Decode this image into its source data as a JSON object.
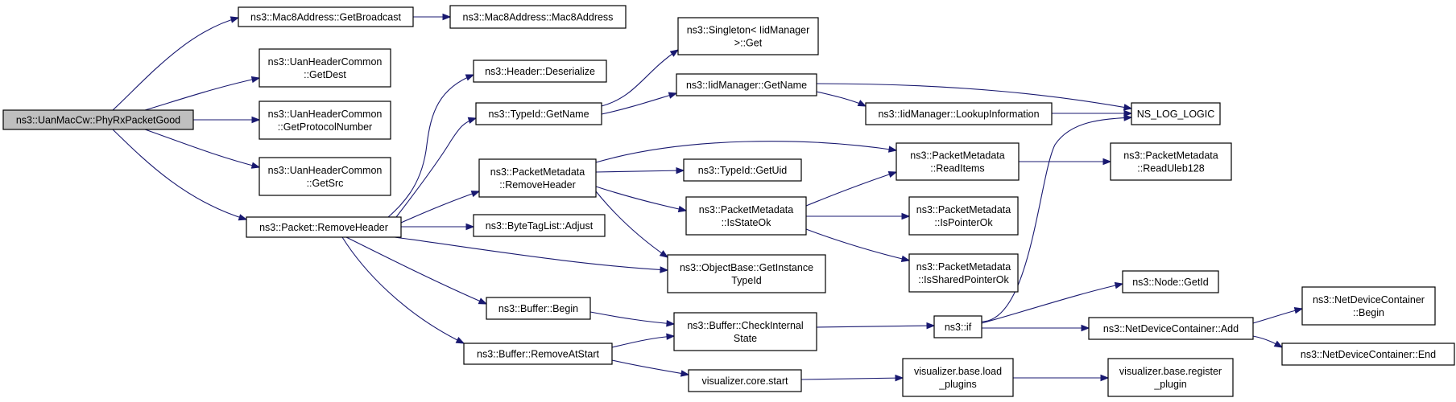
{
  "colors": {
    "edge": "#191970",
    "root_fill": "#bfbfbf",
    "node_fill": "#ffffff",
    "border": "#000000"
  },
  "nodes": {
    "phyrx": [
      "ns3::UanMacCw::PhyRxPacketGood"
    ],
    "mac8bcast": [
      "ns3::Mac8Address::GetBroadcast"
    ],
    "mac8ctor": [
      "ns3::Mac8Address::Mac8Address"
    ],
    "getdest": [
      "ns3::UanHeaderCommon",
      "::GetDest"
    ],
    "getproto": [
      "ns3::UanHeaderCommon",
      "::GetProtocolNumber"
    ],
    "getsrc": [
      "ns3::UanHeaderCommon",
      "::GetSrc"
    ],
    "removeheader": [
      "ns3::Packet::RemoveHeader"
    ],
    "hdrdeser": [
      "ns3::Header::Deserialize"
    ],
    "typeidname": [
      "ns3::TypeId::GetName"
    ],
    "singleton": [
      "ns3::Singleton< IidManager",
      ">::Get"
    ],
    "iidgetname": [
      "ns3::IidManager::GetName"
    ],
    "iidlookup": [
      "ns3::IidManager::LookupInformation"
    ],
    "nslog": [
      "NS_LOG_LOGIC"
    ],
    "pmremove": [
      "ns3::PacketMetadata",
      "::RemoveHeader"
    ],
    "getuid": [
      "ns3::TypeId::GetUid"
    ],
    "pmreaditems": [
      "ns3::PacketMetadata",
      "::ReadItems"
    ],
    "pmuleb": [
      "ns3::PacketMetadata",
      "::ReadUleb128"
    ],
    "pmisstate": [
      "ns3::PacketMetadata",
      "::IsStateOk"
    ],
    "pmisptr": [
      "ns3::PacketMetadata",
      "::IsPointerOk"
    ],
    "pmisshared": [
      "ns3::PacketMetadata",
      "::IsSharedPointerOk"
    ],
    "bytetag": [
      "ns3::ByteTagList::Adjust"
    ],
    "objbase": [
      "ns3::ObjectBase::GetInstance",
      "TypeId"
    ],
    "bufbegin": [
      "ns3::Buffer::Begin"
    ],
    "bufcheck": [
      "ns3::Buffer::CheckInternal",
      "State"
    ],
    "bufremove": [
      "ns3::Buffer::RemoveAtStart"
    ],
    "vizstart": [
      "visualizer.core.start"
    ],
    "vizload": [
      "visualizer.base.load",
      "_plugins"
    ],
    "vizreg": [
      "visualizer.base.register",
      "_plugin"
    ],
    "nsif": [
      "ns3::if"
    ],
    "nodegetid": [
      "ns3::Node::GetId"
    ],
    "ndcadd": [
      "ns3::NetDeviceContainer::Add"
    ],
    "ndcbegin": [
      "ns3::NetDeviceContainer",
      "::Begin"
    ],
    "ndcend": [
      "ns3::NetDeviceContainer::End"
    ]
  }
}
